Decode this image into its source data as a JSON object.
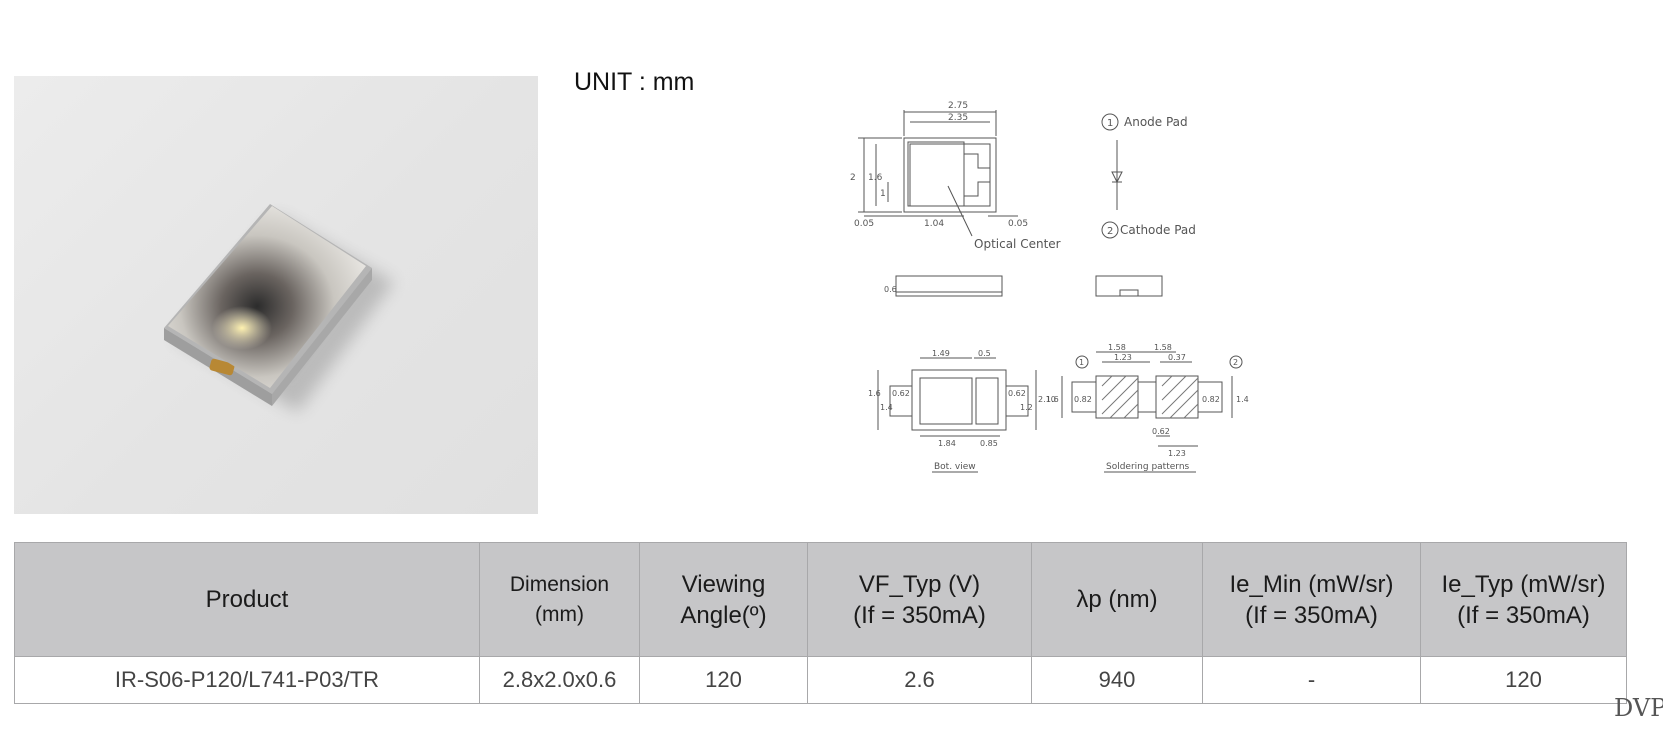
{
  "unit_label": "UNIT : mm",
  "drawing": {
    "dim_275": "2.75",
    "dim_235": "2.35",
    "dim_2": "2",
    "dim_16": "1.6",
    "dim_1": "1",
    "dim_005_left": "0.05",
    "dim_104": "1.04",
    "dim_005_right": "0.05",
    "optical_center": "Optical Center",
    "pin1_mark": "1",
    "anode_label": "Anode Pad",
    "pin2_mark": "2",
    "cathode_label": "Cathode Pad",
    "dim_06": "0.6",
    "bot_149": "1.49",
    "bot_05": "0.5",
    "bot_16": "1.6",
    "bot_14": "1.4",
    "bot_062a": "0.62",
    "bot_062b": "0.62",
    "bot_12": "1.2",
    "bot_210": "2.10",
    "bot_184": "1.84",
    "bot_085": "0.85",
    "bot_view": "Bot. view",
    "sol_158a": "1.58",
    "sol_158b": "1.58",
    "sol_123a": "1.23",
    "sol_037": "0.37",
    "sol_mark1": "1",
    "sol_mark2": "2",
    "sol_16": "1.6",
    "sol_082a": "0.82",
    "sol_082b": "0.82",
    "sol_14": "1.4",
    "sol_062": "0.62",
    "sol_123b": "1.23",
    "soldering_patterns": "Soldering patterns"
  },
  "table": {
    "headers": [
      "Product",
      "Dimension\n(mm)",
      "Viewing\nAngle(º)",
      "VF_Typ (V)\n(If = 350mA)",
      "λp (nm)",
      "Ie_Min (mW/sr)\n(If = 350mA)",
      "Ie_Typ (mW/sr)\n(If = 350mA)"
    ],
    "row": [
      "IR-S06-P120/L741-P03/TR",
      "2.8x2.0x0.6",
      "120",
      "2.6",
      "940",
      "-",
      "120"
    ]
  },
  "watermark": "DVP"
}
